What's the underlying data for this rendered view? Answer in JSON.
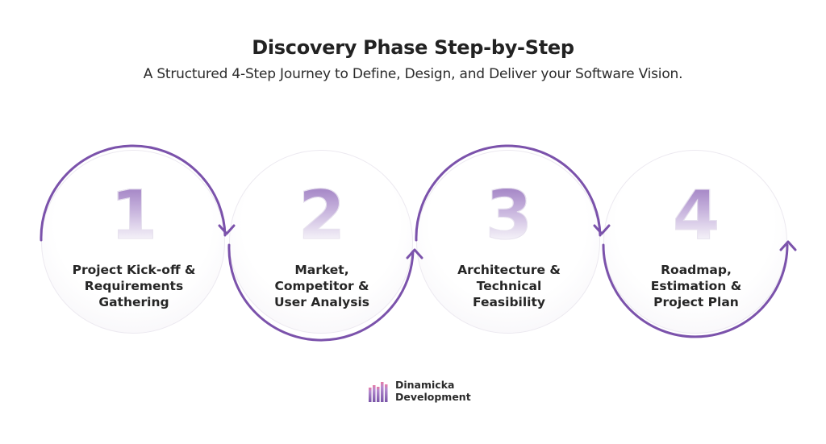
{
  "header": {
    "title": "Discovery Phase Step-by-Step",
    "subtitle": "A Structured 4-Step Journey to Define, Design, and Deliver your Software Vision."
  },
  "steps": [
    {
      "number": "1",
      "label_lines": [
        "Project Kick-off &",
        "Requirements",
        "Gathering"
      ]
    },
    {
      "number": "2",
      "label_lines": [
        "Market,",
        "Competitor &",
        "User Analysis"
      ]
    },
    {
      "number": "3",
      "label_lines": [
        "Architecture &",
        "Technical",
        "Feasibility"
      ]
    },
    {
      "number": "4",
      "label_lines": [
        "Roadmap,",
        "Estimation &",
        "Project Plan"
      ]
    }
  ],
  "colors": {
    "accent": "#7b52ab",
    "text": "#262626",
    "circle_border": "#ece9f0"
  },
  "logo": {
    "icon": "bar-chart-logo-icon",
    "line1": "Dinamicka",
    "line2": "Development"
  }
}
